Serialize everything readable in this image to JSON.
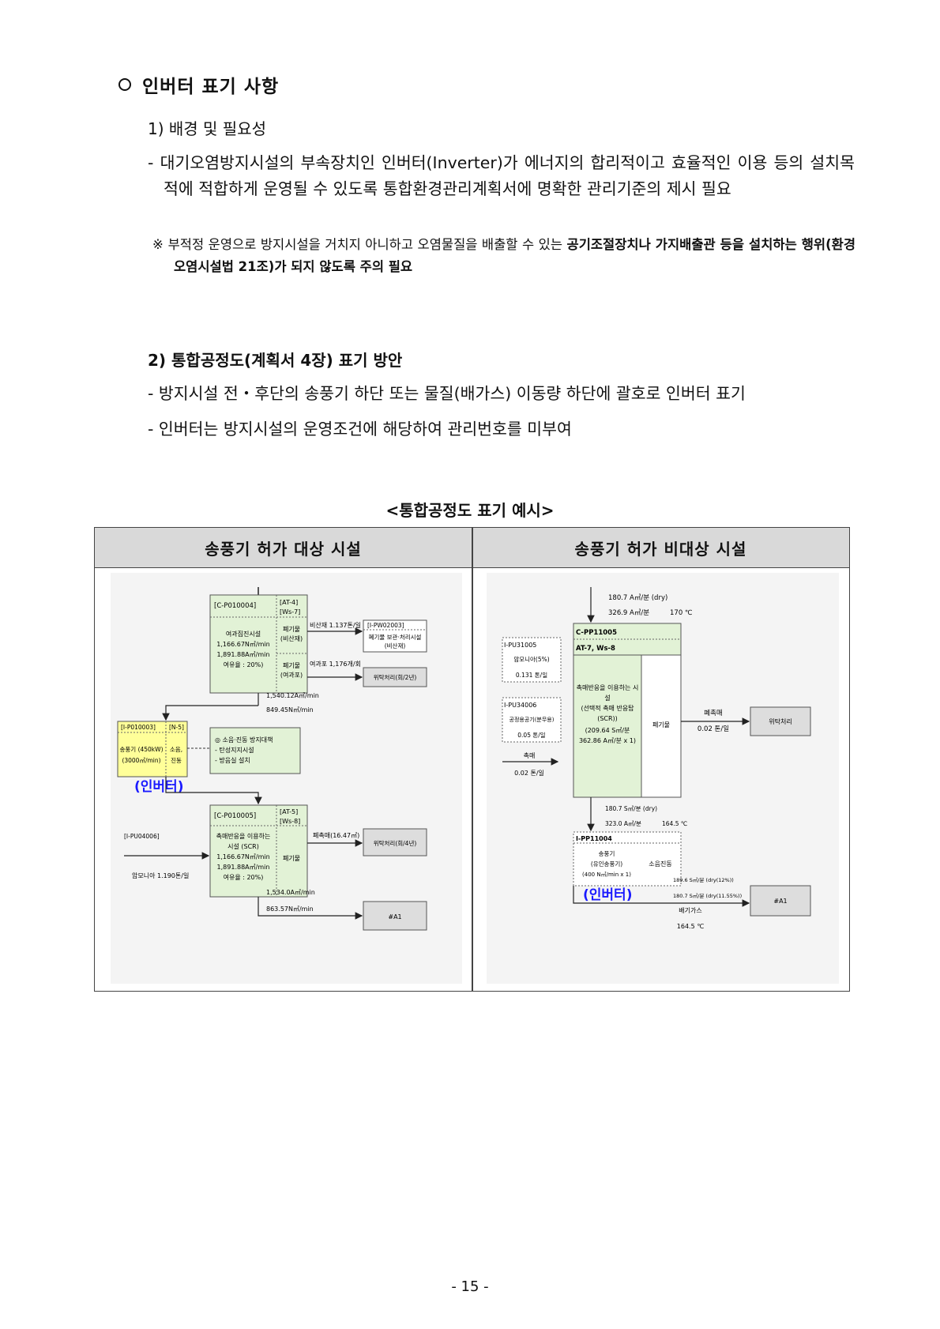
{
  "heading": "인버터 표기 사항",
  "section1": {
    "title": "1) 배경 및 필요성",
    "paragraph": "- 대기오염방지시설의 부속장치인 인버터(Inverter)가 에너지의 합리적이고 효율적인 이용 등의 설치목적에 적합하게 운영될 수 있도록 통합환경관리계획서에 명확한 관리기준의 제시 필요",
    "note_mark": "※",
    "note_normal": "부적정 운영으로 방지시설을 거치지 아니하고 오염물질을 배출할 수 있는 ",
    "note_bold": "공기조절장치나 가지배출관 등을 설치하는 행위(환경오염시설법 21조)가 되지 않도록 주의 필요"
  },
  "section2": {
    "title": "2) 통합공정도(계획서 4장) 표기 방안",
    "bullets": [
      "- 방지시설 전・후단의 송풍기 하단 또는 물질(배가스) 이동량 하단에 괄호로 인버터 표기",
      "- 인버터는 방지시설의 운영조건에 해당하여 관리번호를 미부여"
    ]
  },
  "caption": "<통합공정도 표기 예시>",
  "table": {
    "col_left": "송풍기 허가 대상 시설",
    "col_right": "송풍기 허가 비대상 시설"
  },
  "diagram_left": {
    "box1_id": "[C-P010004]",
    "box1_code1": "[AT-4]",
    "box1_code2": "[Ws-7]",
    "box1_lines": [
      "여과집진시설",
      "1,166.67N㎥/min",
      "1,891.88A㎥/min",
      "여유율 : 20%)"
    ],
    "box1_out1": [
      "폐기물",
      "(비산재)"
    ],
    "box1_out2": [
      "폐기물",
      "(여과포)"
    ],
    "flow1_label": "비산재 1.137톤/일",
    "flow2_label": "여과포 1,176개/회",
    "pw_id": "[I-PW02003]",
    "pw_lines": [
      "폐기물 보관·처리시설",
      "(비산재)"
    ],
    "outsource1": "위탁처리(회/2년)",
    "flow_mid1": "1,540.12A㎥/min",
    "flow_mid2": "849.45N㎥/min",
    "fan_id": "[I-P010003]",
    "fan_code": "[N-5]",
    "fan_lines": [
      "송풍기 (450kW)",
      "(3000㎥/min)"
    ],
    "fan_noise": [
      "소음,",
      "진동"
    ],
    "noise_lines": [
      "◎ 소음·진동 방지대책",
      "- 탄성지지시설",
      "- 방음실 설치"
    ],
    "inverter": "(인버터)",
    "box2_id": "[C-P010005]",
    "box2_code1": "[AT-5]",
    "box2_code2": "[Ws-8]",
    "box2_lines": [
      "촉매반응을 이용하는",
      "시설 (SCR)",
      "1,166.67N㎥/min",
      "1,891.88A㎥/min",
      "여유율 : 20%)"
    ],
    "box2_out": "폐기물",
    "pu_id": "[I-PU04006]",
    "ammonia": "암모니아 1.190톤/일",
    "catalyst_label": "폐촉매(16.47㎥)",
    "outsource2": "위탁처리(회/4년)",
    "flow_bot1": "1,534.0A㎥/min",
    "flow_bot2": "863.57N㎥/min",
    "a1": "#A1"
  },
  "diagram_right": {
    "top1": "180.7 A㎥/분 (dry)",
    "top2": "326.9 A㎥/분",
    "top_temp": "170 ℃",
    "pu1_id": "I-PU31005",
    "pu1_name": "암모니아(5%)",
    "pu1_val": "0.131 톤/일",
    "pu2_id": "I-PU34006",
    "pu2_name": "공정용공기(분무용)",
    "pu2_val": "0.05 톤/일",
    "catalyst": "촉매",
    "catalyst_val": "0.02 톤/일",
    "main_id": "C-PP11005",
    "main_code": "AT-7, Ws-8",
    "main_lines": [
      "촉매반응을 이용하는 시",
      "설",
      "(선택적 촉매 반응탑",
      "(SCR))",
      "(209.64 S㎥/분",
      "362.86 A㎥/분 x 1)"
    ],
    "main_out": "폐기물",
    "waste_catalyst": "폐촉매",
    "waste_val": "0.02 톤/일",
    "outsource": "위탁처리",
    "mid1": "180.7 S㎥/분 (dry)",
    "mid2": "323.0 A㎥/분",
    "mid_temp": "164.5 ℃",
    "fan_id": "I-PP11004",
    "fan_lines": [
      "송풍기",
      "(유인송풍기)",
      "(400 N㎥/min x 1)"
    ],
    "fan_noise": "소음진동",
    "inverter": "(인버터)",
    "exh1": "189.6 S㎥/분 (dry(12%))",
    "exh2": "180.7 S㎥/분 (dry(11.55%))",
    "exh_label": "배기가스",
    "exh_temp": "164.5 ℃",
    "a1": "#A1"
  },
  "page_number": "- 15 -"
}
